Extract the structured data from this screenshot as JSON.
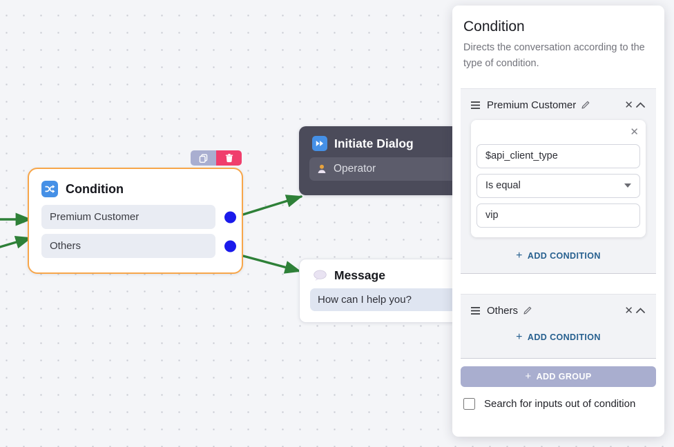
{
  "colors": {
    "selection_orange": "#f7a64a",
    "edge_green": "#2e8038",
    "port_blue": "#1a1aeb",
    "node_icon_blue": "#4590e6",
    "duplicate_button_bg": "#a9aed0",
    "delete_button_bg": "#f03e6c",
    "add_link_blue": "#27608f",
    "add_group_button_bg": "#a9aecf"
  },
  "canvas": {
    "condition_node": {
      "title": "Condition",
      "branches": [
        "Premium Customer",
        "Others"
      ]
    },
    "initiate_dialog_node": {
      "title": "Initiate Dialog",
      "target": "Operator"
    },
    "message_node": {
      "title": "Message",
      "text": "How can I help you?"
    }
  },
  "panel": {
    "title": "Condition",
    "description": "Directs the conversation according to the type of condition.",
    "groups": [
      {
        "name": "Premium Customer",
        "condition": {
          "variable": "$api_client_type",
          "operator": "Is equal",
          "value": "vip"
        },
        "add_condition_label": "ADD CONDITION"
      },
      {
        "name": "Others",
        "add_condition_label": "ADD CONDITION"
      }
    ],
    "add_group_label": "ADD GROUP",
    "search_checkbox_label": "Search for inputs out of condition"
  }
}
